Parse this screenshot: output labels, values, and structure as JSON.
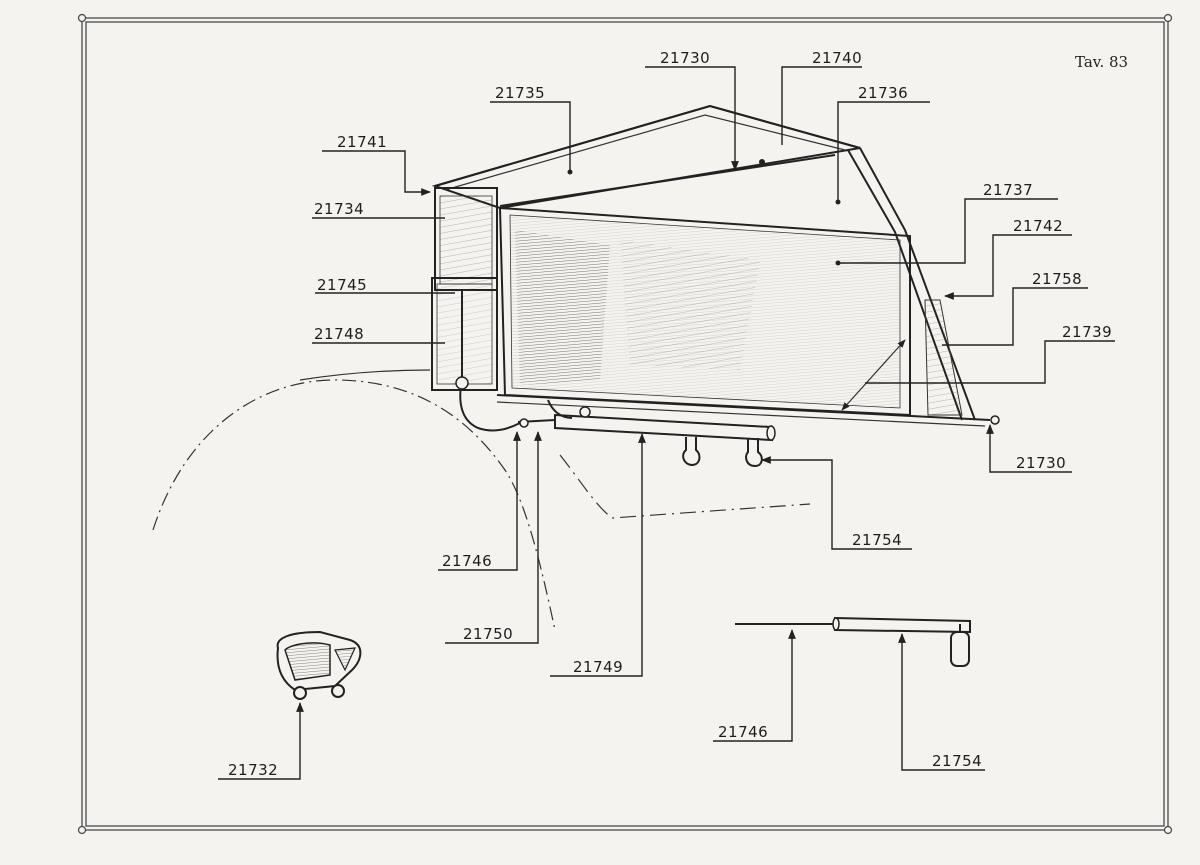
{
  "page": {
    "plate": "Tav. 83"
  },
  "labels": {
    "l21730_top": "21730",
    "l21740": "21740",
    "l21735": "21735",
    "l21736": "21736",
    "l21741": "21741",
    "l21734": "21734",
    "l21737": "21737",
    "l21742": "21742",
    "l21745": "21745",
    "l21758": "21758",
    "l21748": "21748",
    "l21739": "21739",
    "l21730_right": "21730",
    "l21754_main": "21754",
    "l21746_main": "21746",
    "l21750": "21750",
    "l21749": "21749",
    "l21732": "21732",
    "l21746_detail": "21746",
    "l21754_detail": "21754"
  }
}
